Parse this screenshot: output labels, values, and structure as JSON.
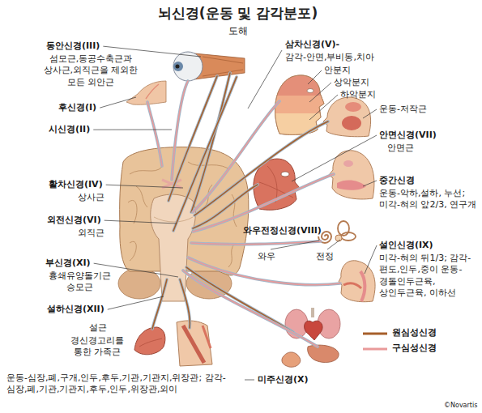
{
  "diagram": {
    "title": "뇌신경(운동 및 감각분포)",
    "labels": [
      "도해",
      "동안신경(III)",
      "섬모근,동공수축근과 상사근,외직근을 제외한 모든 외안근",
      "후신경(I)",
      "시신경(II)",
      "활차신경(IV)",
      "상사근",
      "외전신경(VI)",
      "외직근",
      "부신경(XI)",
      "흉쇄유양돌기근 승모근",
      "설하신경(XII)",
      "설근",
      "경신경고리를 통한 가족근",
      "삼차신경(V)-",
      "감각-안면,부비동,치아",
      "안분지",
      "상악분지",
      "하악분지",
      "운동-저작근",
      "안면신경(VII)",
      "안면근",
      "중간신경",
      "운동-악하,설하, 누선;미각-혀의 앞2/3, 연구개",
      "와우전정신경(VIII)",
      "와우",
      "전정",
      "설인신경(IX)",
      "미각-혀의 뒤1/3; 감각-편도,인두,중이 운동-경돌인두근육, 상인두근육, 이하선",
      "운동-심장,폐,구개,인두,후두,기관,기관지,위장관; 감각-심장,폐,기관,기관지,후두,인두,위장관,외이",
      "미주신경(X)",
      "©Novartis"
    ],
    "legend": [
      {
        "text": "원심성신경"
      },
      {
        "text": "구심성신경"
      }
    ]
  }
}
